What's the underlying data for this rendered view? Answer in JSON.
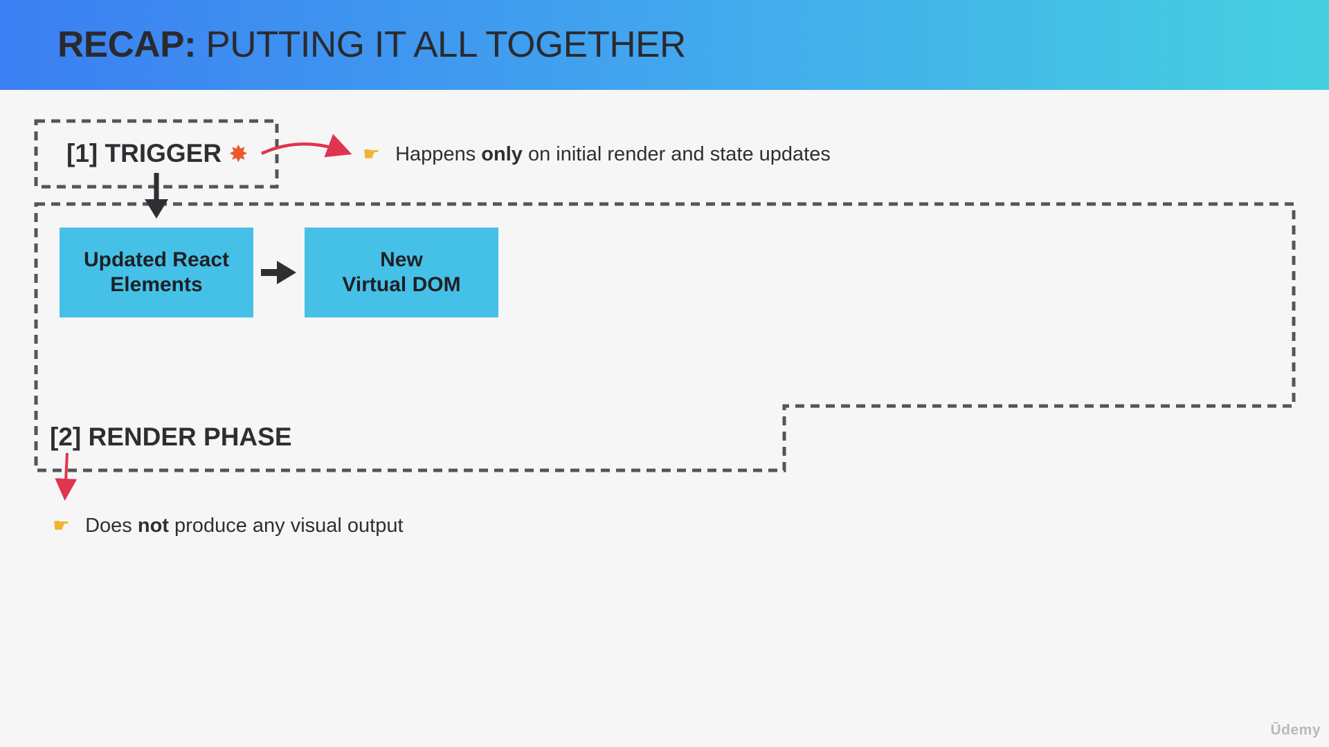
{
  "header": {
    "title_bold": "RECAP:",
    "title_rest": "PUTTING IT ALL TOGETHER",
    "gradient": [
      "#3b7ff2",
      "#45d0e0"
    ]
  },
  "trigger": {
    "label": "[1] TRIGGER",
    "emoji_icon": "collision-icon",
    "note_pre": "Happens ",
    "note_bold": "only",
    "note_post": " on initial render and state updates",
    "note_icon": "pointing-hand-icon"
  },
  "render_phase": {
    "label": "[2] RENDER PHASE",
    "boxes": [
      {
        "line1": "Updated React",
        "line2": "Elements"
      },
      {
        "line1": "New",
        "line2": "Virtual DOM"
      }
    ],
    "note_pre": "Does ",
    "note_bold": "not",
    "note_post": " produce any visual output",
    "note_icon": "pointing-hand-icon"
  },
  "colors": {
    "box_fill": "#45c1e8",
    "dashed_border": "#555555",
    "accent_arrow": "#e0344f",
    "dark_arrow": "#2f2f33"
  },
  "watermark": "Ūdemy"
}
